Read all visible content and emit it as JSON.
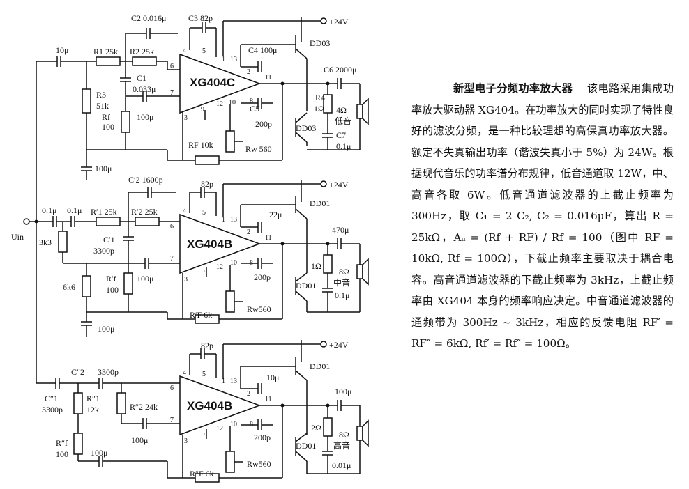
{
  "supply": "+24V",
  "input": "Uin",
  "description": {
    "title": "新型电子分频功率放大器",
    "body": "该电路采用集成功率放大驱动器 XG404。在功率放大的同时实现了特性良好的滤波分频，是一种比较理想的高保真功率放大器。额定不失真输出功率（谐波失真小于 5%）为 24W。根据现代音乐的功率谱分布规律，低音通道取 12W，中、高音各取 6W。低音通道滤波器的上截止频率为 300Hz，取 C₁ = 2 C₂, C₂ = 0.016μF，算出 R = 25kΩ，Aᵤ = (Rf + RF) / Rf = 100（图中 RF = 10kΩ, Rf = 100Ω），下截止频率主要取决于耦合电容。高音通道滤波器的下截止频率为 3kHz，上截止频率由 XG404 本身的频率响应决定。中音通道滤波器的通频带为 300Hz ~ 3kHz，相应的反馈电阻 RF′ = RF″ = 6kΩ, Rf′ = Rf″ = 100Ω。"
  },
  "low": {
    "chip": "XG404C",
    "C2": "C2 0.016μ",
    "C3": "C3 82p",
    "Cin": "10μ",
    "R1": "R1 25k",
    "R2": "R2 25k",
    "C1a": "C1",
    "C1b": "0.033μ",
    "R3a": "R3",
    "R3b": "51k",
    "Rfa": "Rf",
    "Rfb": "100",
    "Cf": "100μ",
    "Cbot": "100μ",
    "RF": "RF 10k",
    "Rw": "Rw 560",
    "C4": "C4 100μ",
    "C5": "C5",
    "C5v": "200p",
    "C6": "C6 2000μ",
    "R4a": "R4",
    "R4b": "1Ω",
    "C7a": "C7",
    "C7b": "0.1μ",
    "spk1": "4Ω",
    "spk2": "低音",
    "Q1": "DD03",
    "Q2": "DD03"
  },
  "mid": {
    "chip": "XG404B",
    "C2": "C′2 1600p",
    "C3": "82p",
    "Cin1": "0.1μ",
    "Cin2": "0.1μ",
    "R1": "R′1 25k",
    "R2": "R′2 25k",
    "C1a": "C′1",
    "C1b": "3300p",
    "R3": "3k3",
    "R6": "6k6",
    "Rfa": "R′f",
    "Rfb": "100",
    "Cf": "100μ",
    "Cbot": "100μ",
    "RF": "R′F 6k",
    "Rw": "Rw560",
    "C4": "22μ",
    "C5": "200p",
    "Cout": "470μ",
    "R4": "1Ω",
    "C7": "0.1μ",
    "spk1": "8Ω",
    "spk2": "中音",
    "Q1": "DD01",
    "Q2": "DD01",
    "supply": "+24V"
  },
  "high": {
    "chip": "XG404B",
    "C3": "82p",
    "C2": "C″2",
    "C2v": "3300p",
    "C1a": "C″1",
    "C1b": "3300p",
    "R1a": "R″1",
    "R1b": "12k",
    "R2": "R″2 24k",
    "Rfa": "R″f",
    "Rfb": "100",
    "Cf": "100μ",
    "Cbot": "100μ",
    "RF": "R″F 6k",
    "Rw": "Rw560",
    "C4": "10μ",
    "C5": "200p",
    "Cout": "100μ",
    "R4": "2Ω",
    "C7": "0.01μ",
    "spk1": "8Ω",
    "spk2": "高音",
    "Q1": "DD01",
    "Q2": "DD01",
    "supply": "+24V"
  }
}
